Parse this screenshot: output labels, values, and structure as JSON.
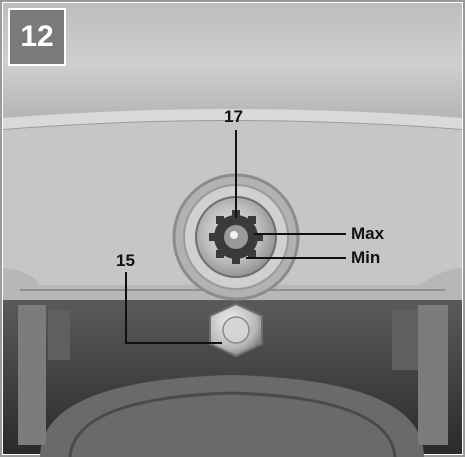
{
  "figure": {
    "number": "12"
  },
  "callouts": [
    {
      "label": "17"
    },
    {
      "label": "15"
    },
    {
      "label": "Max"
    },
    {
      "label": "Min"
    }
  ],
  "colors": {
    "housing": "#c9c9c9",
    "badge": "#7a7a7a",
    "callout_line": "#111111"
  }
}
